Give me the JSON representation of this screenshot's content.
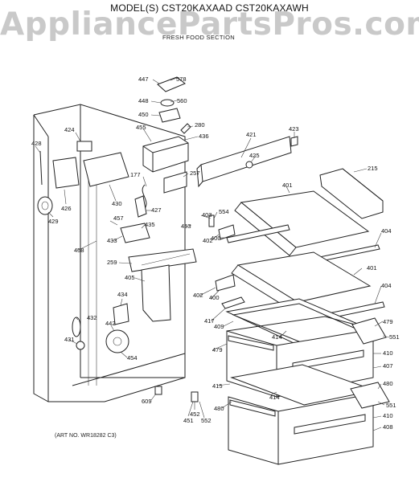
{
  "header": {
    "model_line": "MODEL(S) CST20KAXAAD  CST20KAXAWH",
    "watermark": "AppliancePartsPros.com",
    "section": "FRESH FOOD SECTION"
  },
  "footer": {
    "art_no": "(ART NO. WR18282 C3)"
  },
  "callouts": {
    "c447": "447",
    "c578": "578",
    "c448": "448",
    "c560": "560",
    "c450": "450",
    "c280": "280",
    "c455": "455",
    "c436": "436",
    "c421": "421",
    "c423": "423",
    "c425": "425",
    "c424": "424",
    "c428": "428",
    "c215": "215",
    "c257": "257",
    "c177": "177",
    "c401a": "401",
    "c426": "426",
    "c430": "430",
    "c427": "427",
    "c403": "403",
    "c554": "554",
    "c429": "429",
    "c457": "457",
    "c435": "435",
    "c453": "453",
    "c402a": "402",
    "c400a": "400",
    "c404a": "404",
    "c433": "433",
    "c458": "458",
    "c259": "259",
    "c401b": "401",
    "c405": "405",
    "c404b": "404",
    "c402b": "402",
    "c400b": "400",
    "c434": "434",
    "c417": "417",
    "c409": "409",
    "c479a": "479",
    "c432": "432",
    "c414a": "414",
    "c551a": "551",
    "c442": "442",
    "c431": "431",
    "c479b": "479",
    "c410a": "410",
    "c454": "454",
    "c407": "407",
    "c480a": "480",
    "c415": "415",
    "c414b": "414",
    "c609": "609",
    "c551b": "551",
    "c480b": "480",
    "c452": "452",
    "c410b": "410",
    "c451": "451",
    "c552": "552",
    "c408": "408"
  }
}
